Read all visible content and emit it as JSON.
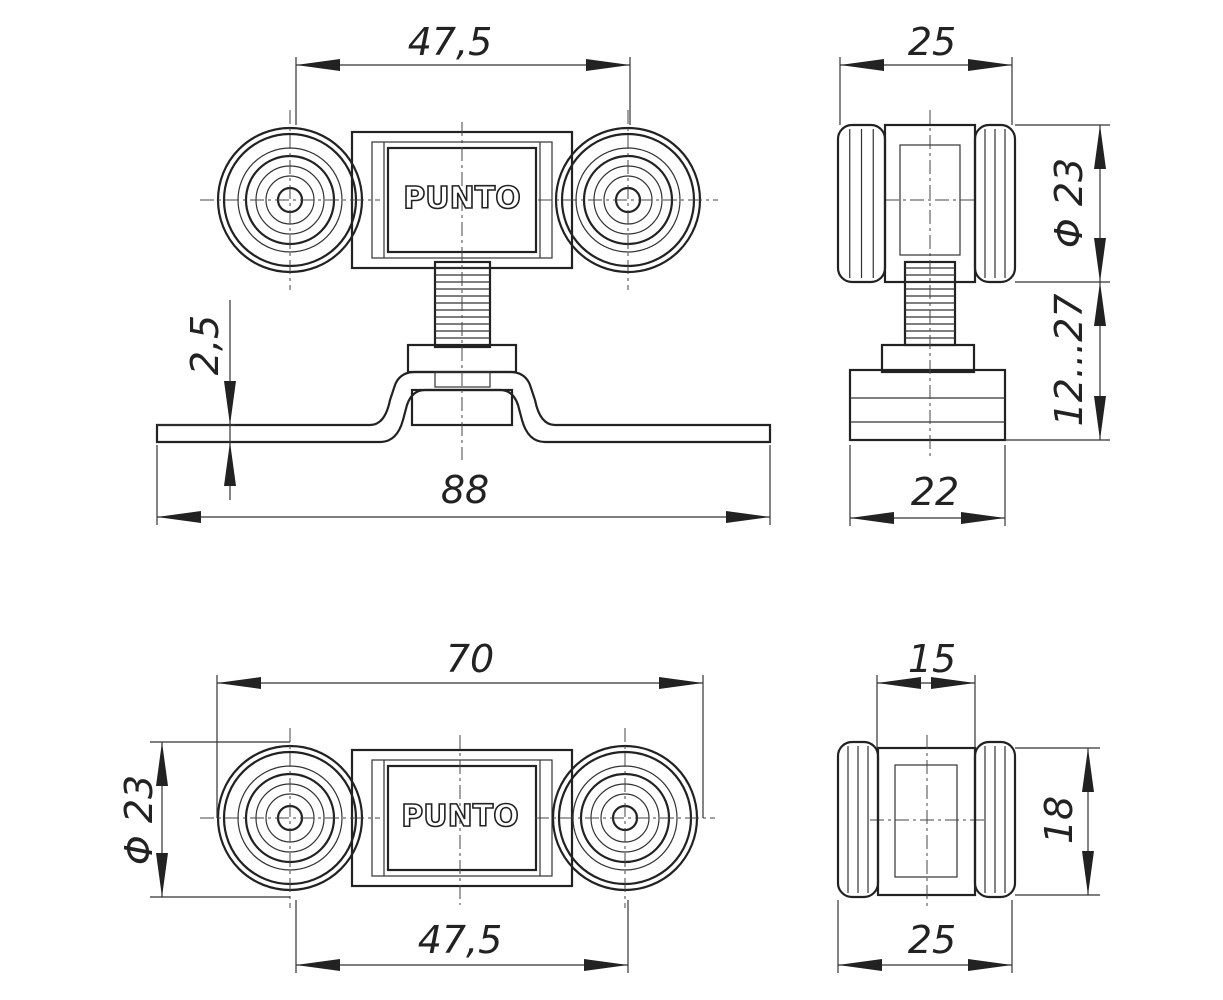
{
  "brand": "PUNTO",
  "top_front": {
    "width_top": "47,5",
    "plate_length": "88",
    "plate_thickness": "2,5"
  },
  "top_side": {
    "width_top": "25",
    "wheel_diameter": "Φ 23",
    "height_range": "12...27",
    "base_width": "22"
  },
  "bottom_front": {
    "width_top": "70",
    "wheel_diameter": "Φ 23",
    "axle_distance": "47,5"
  },
  "bottom_side": {
    "width_top": "15",
    "height": "18",
    "width_bottom": "25"
  },
  "colors": {
    "line": "#222222",
    "background": "#ffffff"
  }
}
